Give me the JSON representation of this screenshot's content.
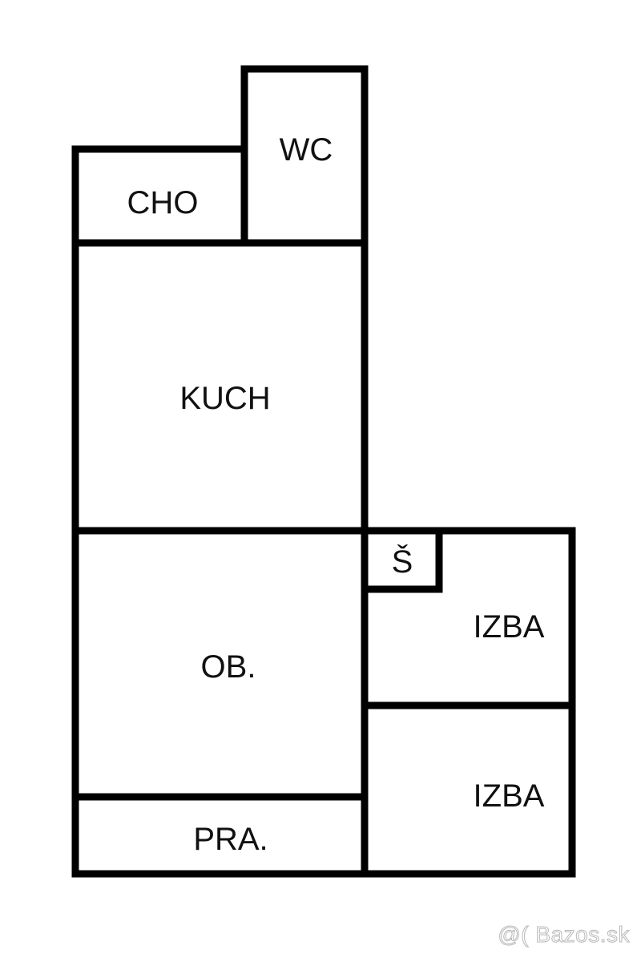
{
  "colors": {
    "wall": "#000000",
    "background": "#ffffff",
    "label": "#111111",
    "watermark_outline": "#b8b8b8"
  },
  "rooms": {
    "cho": "CHO",
    "wc": "WC",
    "kuch": "KUCH",
    "ob": "OB.",
    "s": "Š",
    "izba_1": "IZBA",
    "izba_2": "IZBA",
    "pra": "PRA."
  },
  "watermark": "@( Bazos.sk"
}
